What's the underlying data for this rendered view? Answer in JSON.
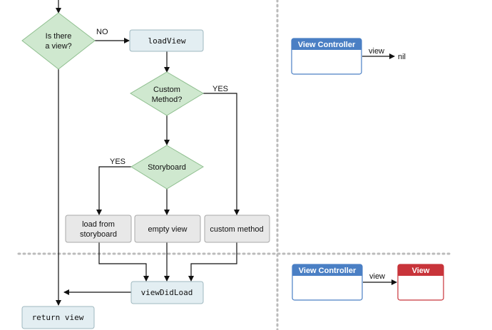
{
  "flow": {
    "decision_has_view": {
      "line1": "Is there",
      "line2": "a view?"
    },
    "decision_custom_method": {
      "line1": "Custom",
      "line2": "Method?"
    },
    "decision_storyboard": {
      "label": "Storyboard"
    },
    "load_view": "loadView",
    "load_from_storyboard": {
      "line1": "load from",
      "line2": "storyboard"
    },
    "empty_view": "empty view",
    "custom_method": "custom method",
    "view_did_load": "viewDidLoad",
    "return_view": "return view",
    "edge_labels": {
      "no": "NO",
      "yes_custom": "YES",
      "yes_storyboard": "YES"
    }
  },
  "state_before": {
    "controller_title": "View Controller",
    "arrow_label": "view",
    "target": "nil"
  },
  "state_after": {
    "controller_title": "View Controller",
    "arrow_label": "view",
    "target_title": "View"
  },
  "colors": {
    "decision_fill": "#cfe8cf",
    "decision_stroke": "#8fbf8f",
    "method_fill": "#e3eef2",
    "method_stroke": "#9fb8c0",
    "option_fill": "#e8e8e8",
    "option_stroke": "#a8a8a8",
    "controller_header": "#4a7fc4",
    "view_header": "#c8343a",
    "divider": "#bbbbbb"
  }
}
